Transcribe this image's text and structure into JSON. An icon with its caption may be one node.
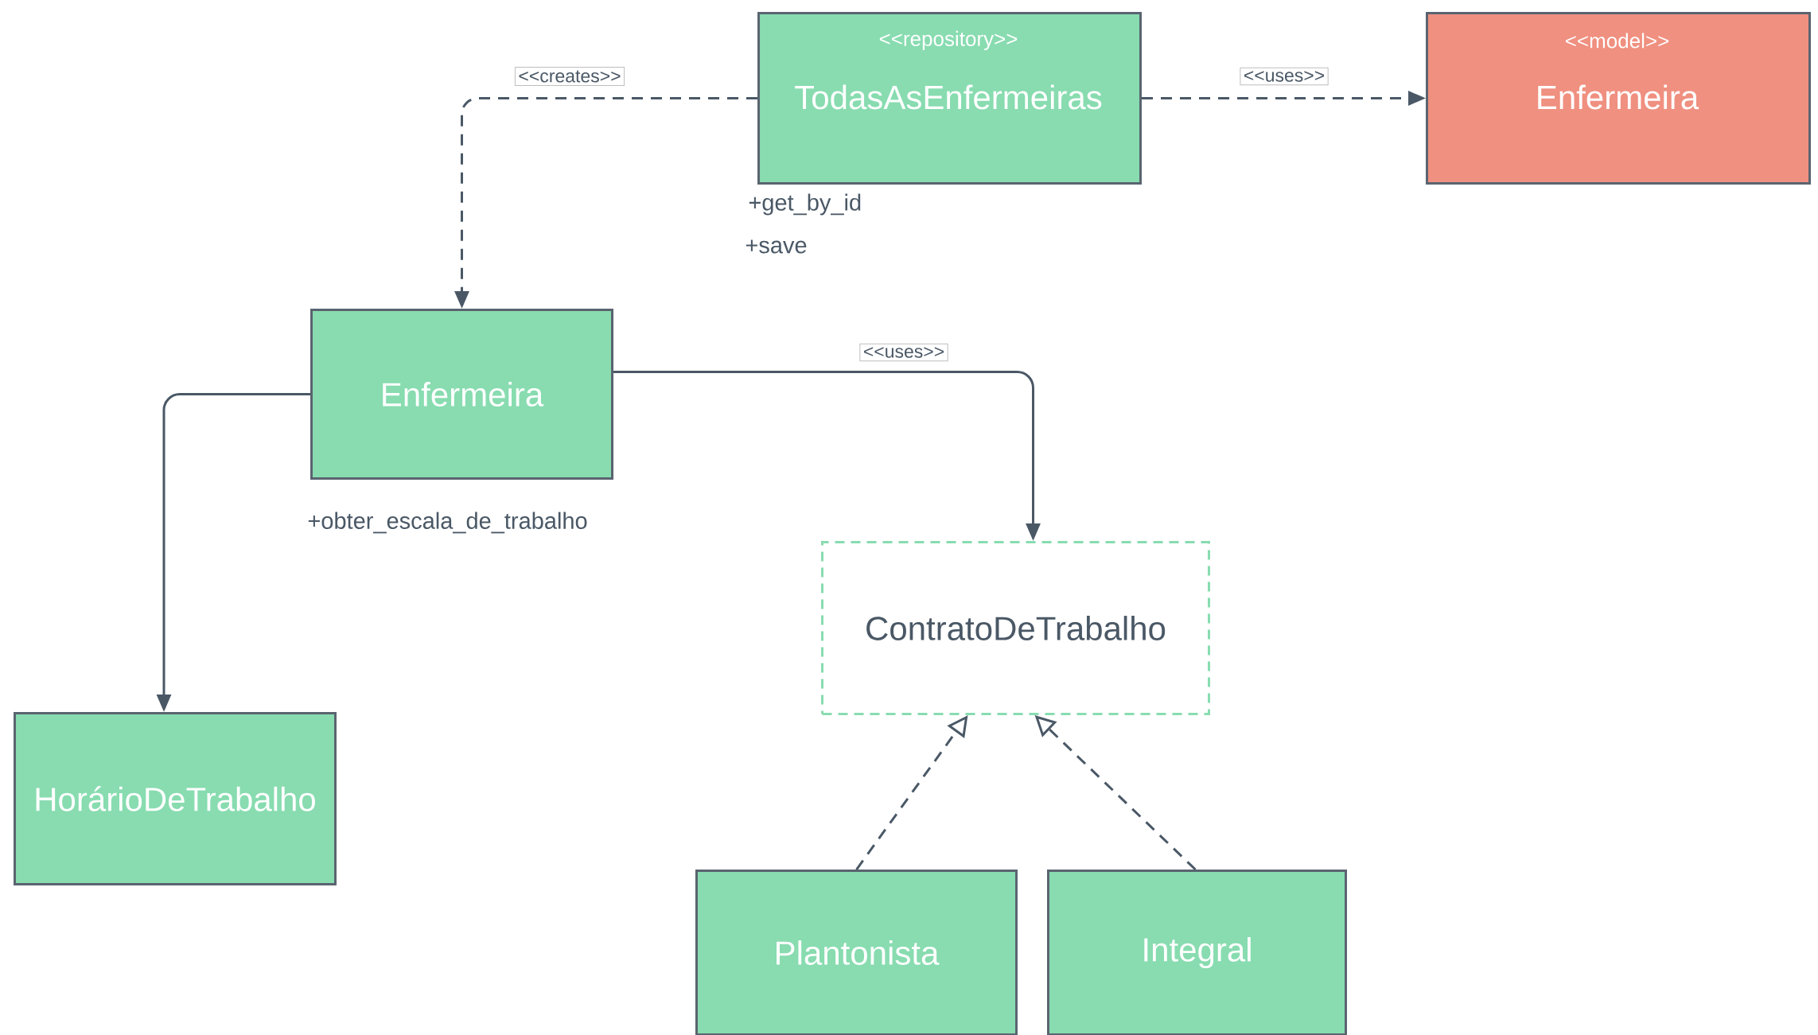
{
  "diagram": {
    "nodes": [
      {
        "text": [
          "<<repository>>",
          "TodasAsEnfermeiras"
        ],
        "beside": [
          "+get_by_id",
          "+save"
        ]
      },
      {
        "text": [
          "<<model>>",
          "Enfermeira"
        ]
      },
      {
        "text": [
          "Enfermeira"
        ],
        "beside": [
          "+obter_escala_de_trabalho"
        ]
      },
      {
        "text": [
          "HorárioDeTrabalho"
        ]
      },
      {
        "text": [
          "ContratoDeTrabalho"
        ]
      },
      {
        "text": [
          "Plantonista"
        ]
      },
      {
        "text": [
          "Integral"
        ]
      }
    ],
    "edges": [
      {
        "from": 0,
        "to": 2,
        "arrow": "to",
        "label": "<<creates>>",
        "style": "dashed"
      },
      {
        "from": 0,
        "to": 1,
        "arrow": "to",
        "label": "<<uses>>",
        "style": "dashed"
      },
      {
        "from": 2,
        "to": 3,
        "arrow": "to"
      },
      {
        "from": 2,
        "to": 4,
        "arrow": "to",
        "label": "<<uses>>"
      },
      {
        "from": 5,
        "to": 4,
        "arrow": "to",
        "style": "dashed"
      },
      {
        "from": 6,
        "to": 4,
        "arrow": "to",
        "style": "dashed"
      }
    ]
  }
}
